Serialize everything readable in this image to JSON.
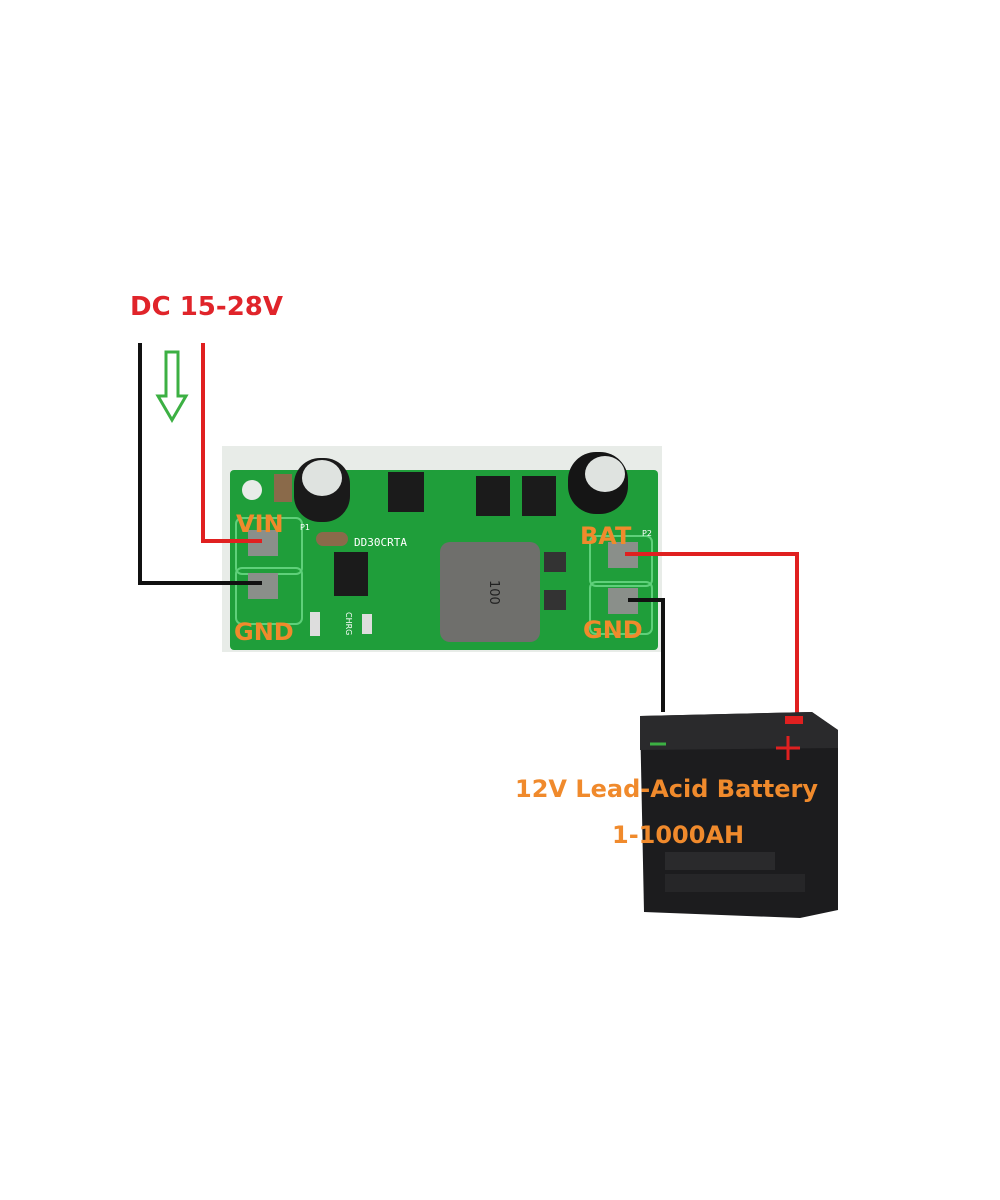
{
  "input_label": "DC 15-28V",
  "board": {
    "model": "DD30CRTA",
    "inductor_marking": "100",
    "led_label": "CHRG",
    "connector_left": "P1",
    "connector_right": "P2",
    "pins": {
      "vin": "VIN",
      "gnd_in": "GND",
      "bat": "BAT",
      "gnd_out": "GND"
    }
  },
  "battery": {
    "title": "12V Lead-Acid Battery",
    "capacity": "1-1000AH",
    "neg_symbol": "−",
    "pos_symbol": "+"
  },
  "colors": {
    "label_orange": "#f08a2c",
    "input_red": "#e0242a",
    "wire_red": "#e02020",
    "wire_black": "#111111",
    "arrow_green": "#3cb043",
    "pcb_green": "#1f9e3a"
  }
}
